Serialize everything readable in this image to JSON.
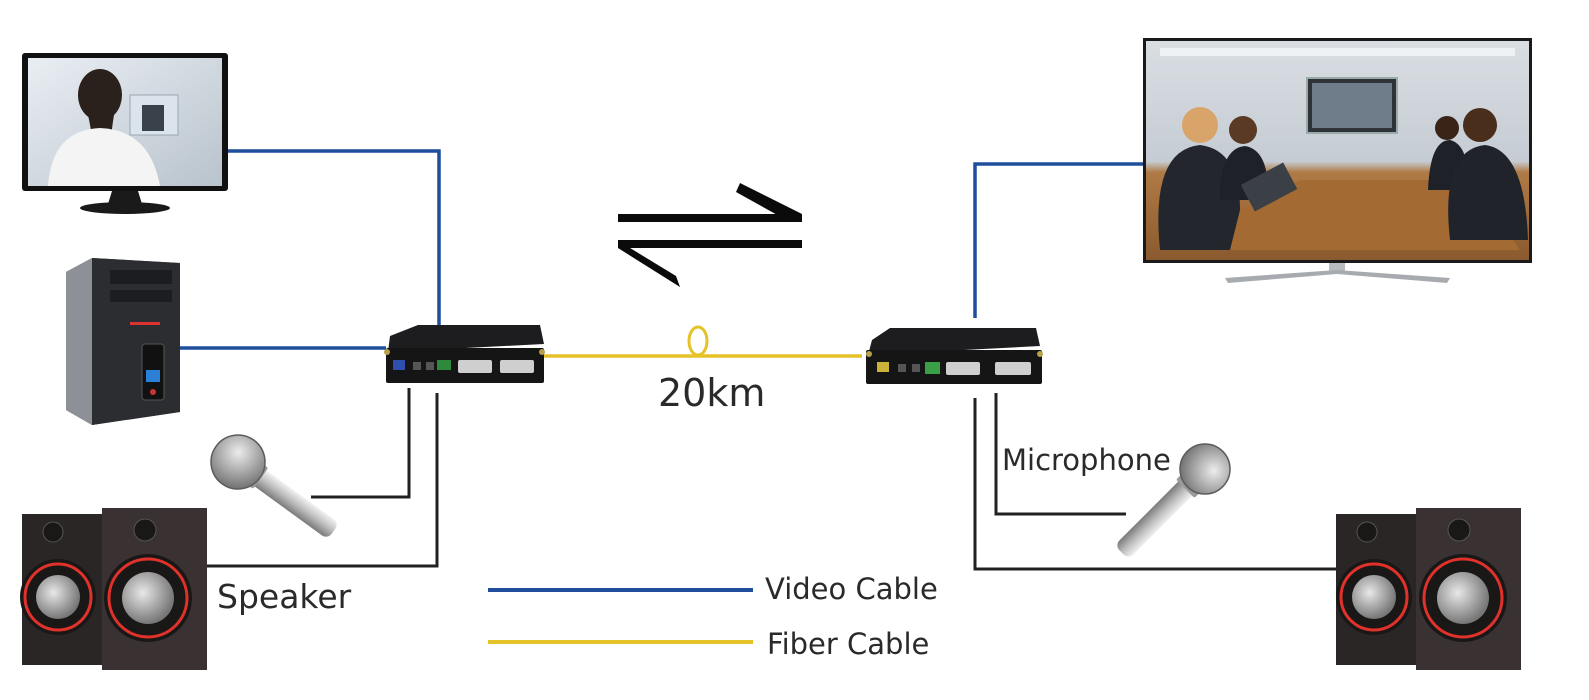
{
  "labels": {
    "distance": "20km",
    "speaker": "Speaker",
    "microphone": "Microphone"
  },
  "legend": [
    {
      "label": "Video Cable",
      "color": "#1f4e9c"
    },
    {
      "label": "Fiber Cable",
      "color": "#e6c229"
    }
  ],
  "colors": {
    "video_cable": "#1f4e9c",
    "fiber_cable": "#e6c229",
    "audio_cable": "#222222"
  },
  "icons": [
    "monitor-icon",
    "pc-tower-icon",
    "microphone-icon",
    "speaker-icon",
    "fiber-extender-icon",
    "tv-icon",
    "bidirectional-arrows-icon"
  ]
}
